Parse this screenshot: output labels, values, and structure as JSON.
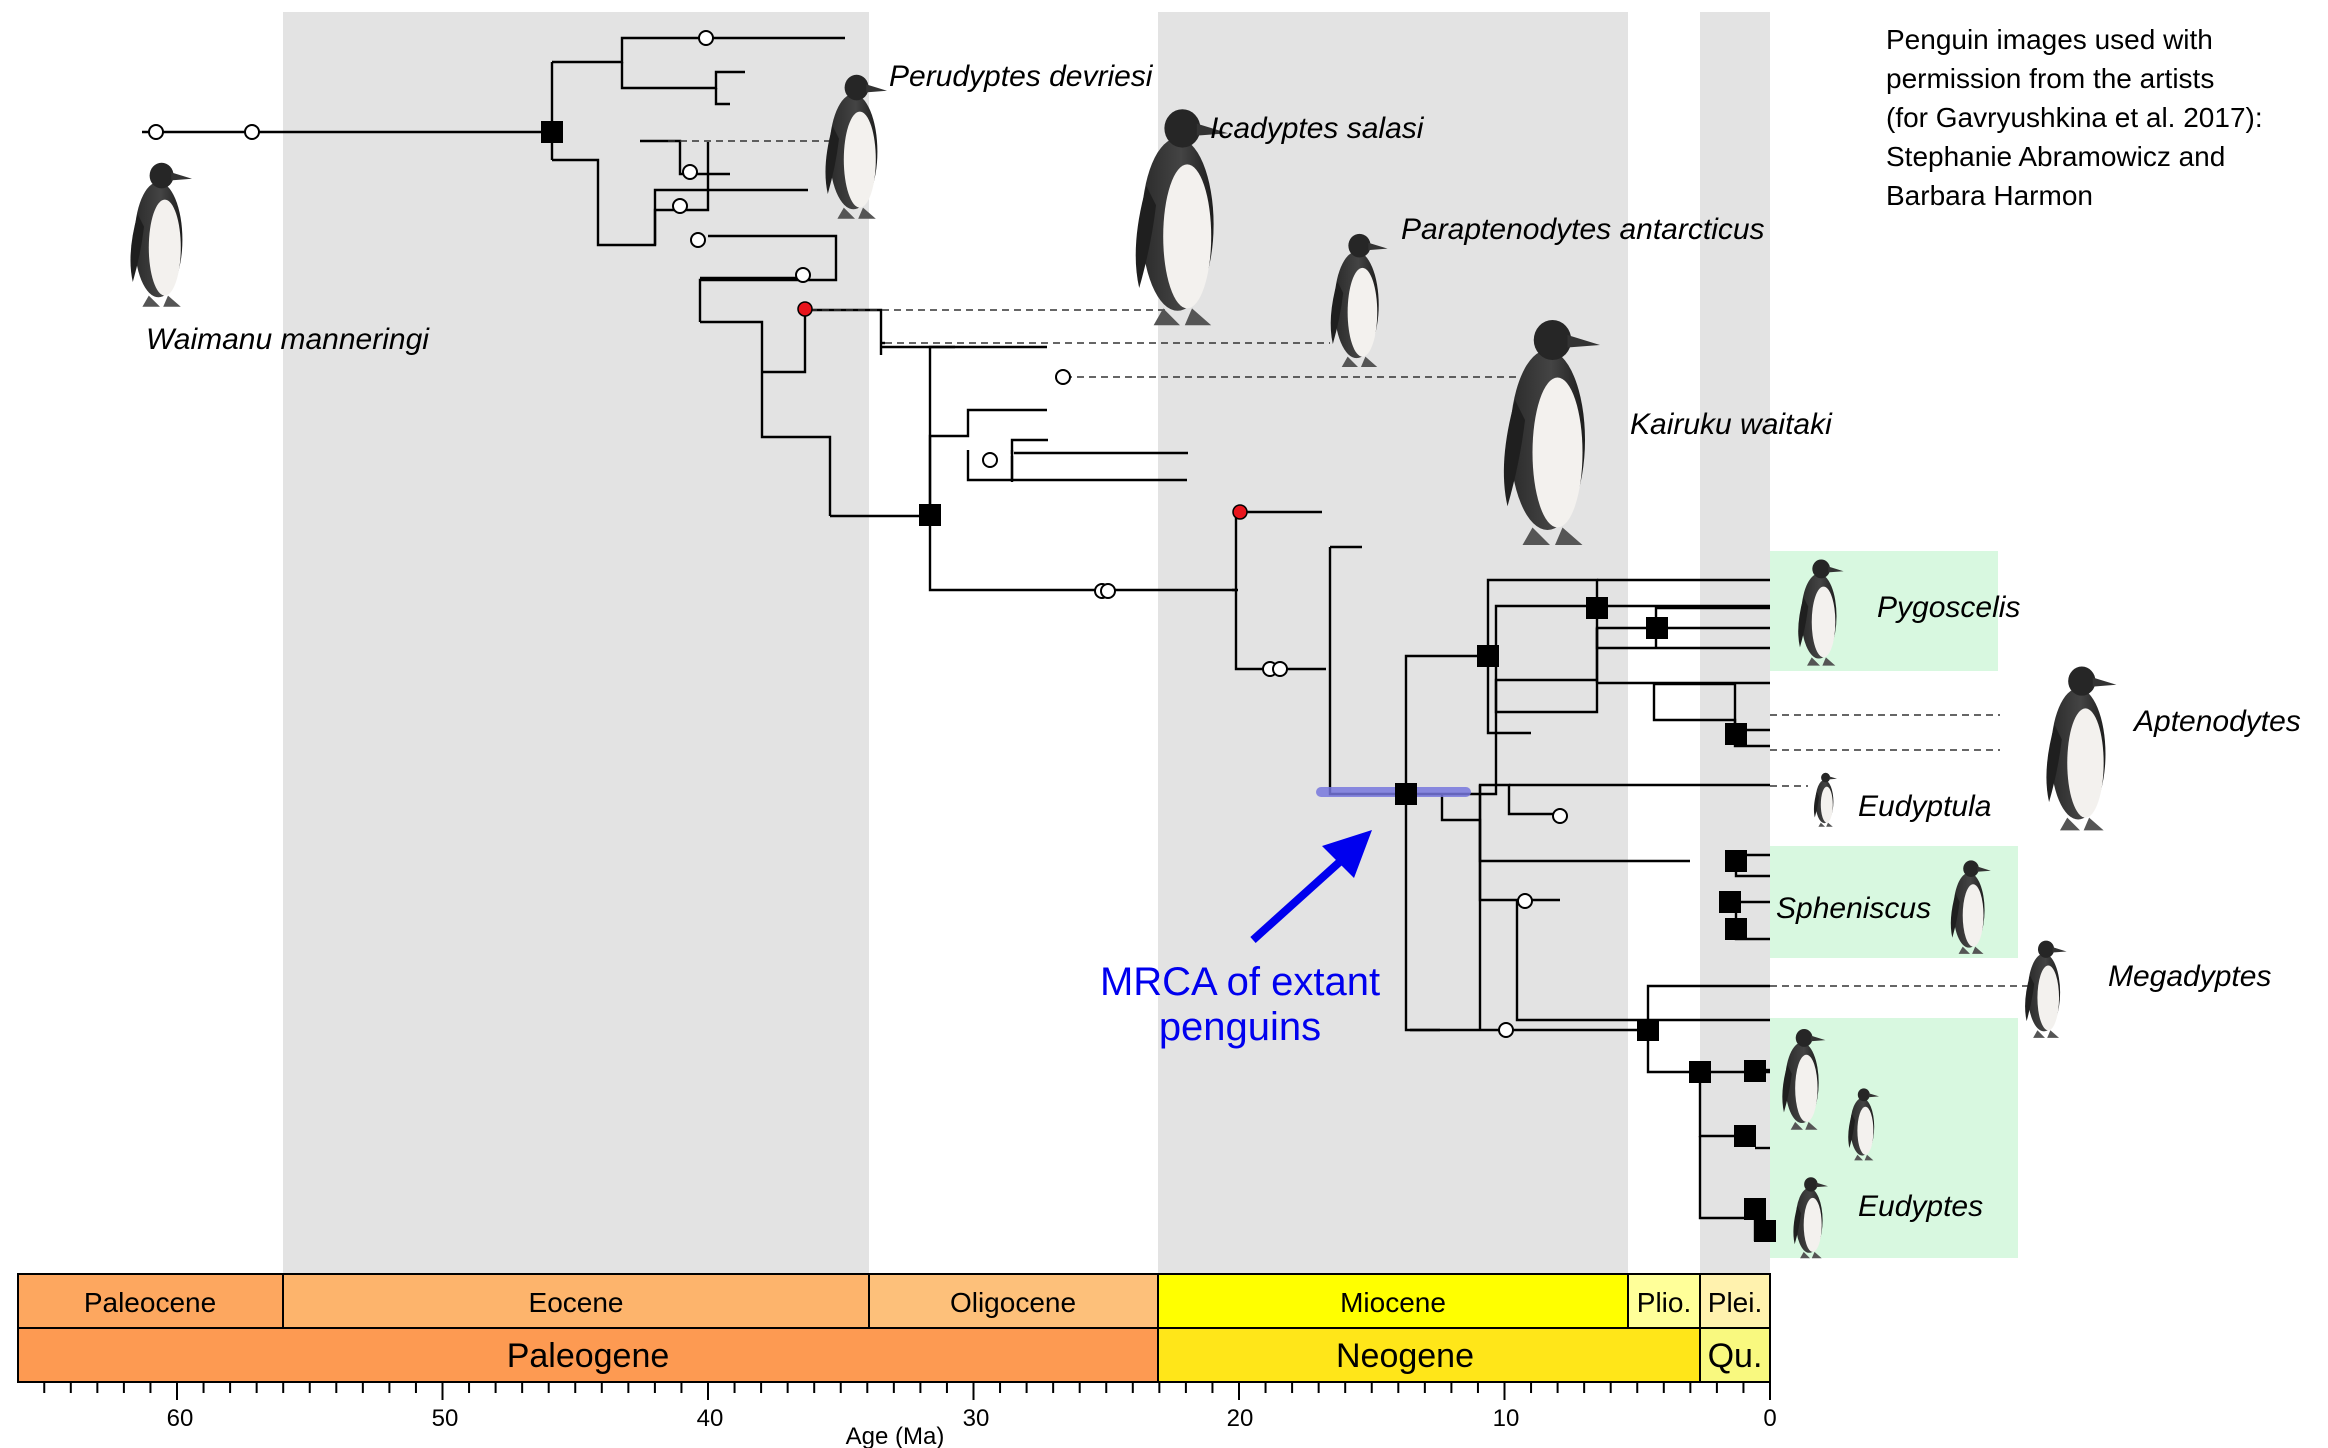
{
  "credit_lines": [
    "Penguin images used with",
    "permission from the artists",
    "(for Gavryushkina et al. 2017):",
    "Stephanie Abramowicz and",
    "Barbara Harmon"
  ],
  "taxa": {
    "waimanu": "Waimanu manneringi",
    "perudyptes": "Perudyptes devriesi",
    "icadyptes": "Icadyptes salasi",
    "paraptenodytes": "Paraptenodytes antarcticus",
    "kairuku": "Kairuku waitaki",
    "pygoscelis": "Pygoscelis",
    "aptenodytes": "Aptenodytes",
    "eudyptula": "Eudyptula",
    "spheniscus": "Spheniscus",
    "megadyptes": "Megadyptes",
    "eudyptes": "Eudyptes"
  },
  "mrca_label": [
    "MRCA of extant",
    "penguins"
  ],
  "epochs": [
    "Paleocene",
    "Eocene",
    "Oligocene",
    "Miocene",
    "Plio.",
    "Plei."
  ],
  "periods": [
    "Paleogene",
    "Neogene",
    "Qu."
  ],
  "axis": {
    "title": "Age (Ma)",
    "ticks": [
      "60",
      "50",
      "40",
      "30",
      "20",
      "10",
      "0"
    ]
  },
  "colors": {
    "mrca_arrow": "#0000ee",
    "mrca_bar": "#7777dd",
    "fossil_red": "#e8141c",
    "shade": "#e3e3e3",
    "clade_box": "#d8f8e0",
    "paleocene": "#fda75f",
    "eocene": "#fdb46c",
    "oligocene": "#fdc07a",
    "miocene": "#ffff00",
    "pliocene": "#ffff99",
    "pleistocene": "#fff2ae",
    "paleogene": "#fd9a52",
    "neogene": "#ffe619",
    "quaternary": "#f9f97f"
  }
}
